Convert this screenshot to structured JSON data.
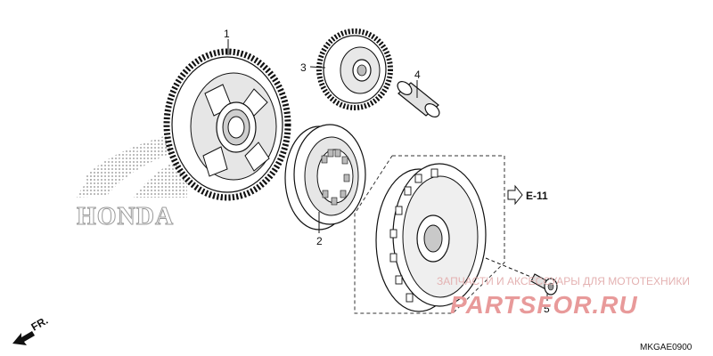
{
  "diagram": {
    "callouts": [
      {
        "id": "part-1",
        "label": "1"
      },
      {
        "id": "part-2",
        "label": "2"
      },
      {
        "id": "part-3",
        "label": "3"
      },
      {
        "id": "part-4",
        "label": "4"
      },
      {
        "id": "part-5",
        "label": "5"
      }
    ],
    "reference_arrow": "E-11",
    "front_arrow": "FR.",
    "diagram_code": "MKGAE0900",
    "logo_text": "HONDA",
    "watermark": {
      "line1": "ЗАПЧАСТИ И АКСЕССУАРЫ ДЛЯ МОТОТЕХНИКИ",
      "line2": "PARTSFOR.RU"
    }
  }
}
